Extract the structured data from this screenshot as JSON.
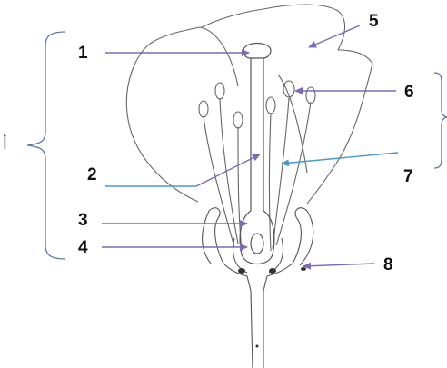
{
  "labels": {
    "n1": "1",
    "n2": "2",
    "n3": "3",
    "n4": "4",
    "n5": "5",
    "n6": "6",
    "n7": "7",
    "n8": "8"
  },
  "brace_label": "أ",
  "colors": {
    "arrow_purple": "#7d6ab3",
    "arrow_blue": "#4a97c9",
    "brace_blue": "#5677a6",
    "outline": "#555555"
  }
}
